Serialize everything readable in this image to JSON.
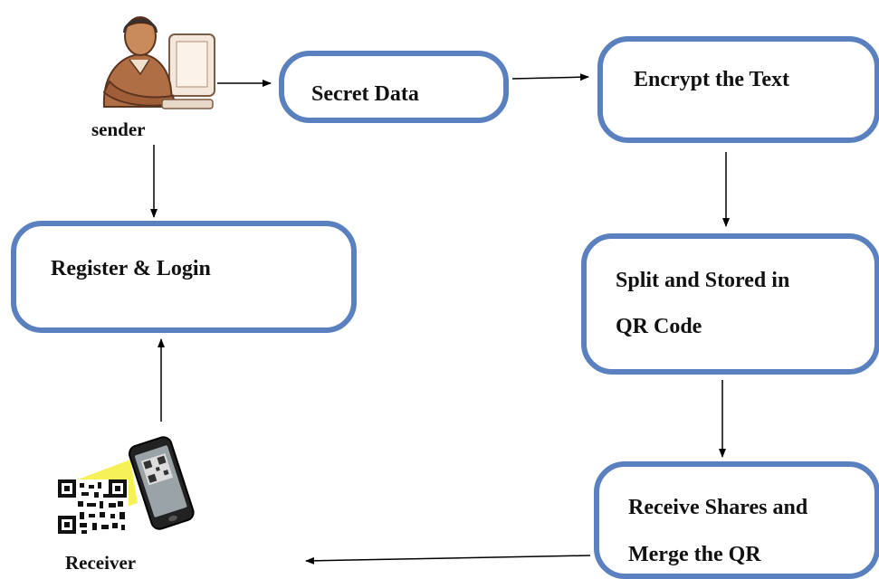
{
  "actors": {
    "sender": "sender",
    "receiver": "Receiver"
  },
  "steps": {
    "secret_data": "Secret Data",
    "encrypt": "Encrypt the Text",
    "split_line1": "Split and Stored in",
    "split_line2": "QR Code",
    "receive_line1": "Receive Shares and",
    "receive_line2": "Merge the QR",
    "register": "Register & Login"
  },
  "colors": {
    "box_border": "#5a80c0",
    "arrow": "#000000",
    "qr_highlight": "#f3ee3a"
  }
}
